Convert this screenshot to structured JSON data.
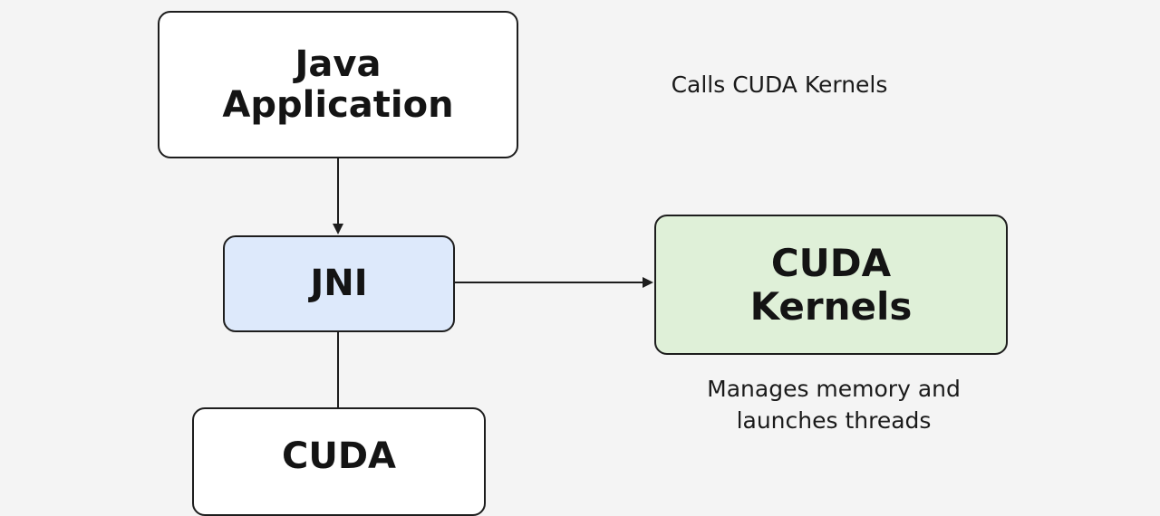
{
  "diagram": {
    "nodes": {
      "java_application": {
        "label": "Java\nApplication",
        "fill": "#ffffff"
      },
      "jni": {
        "label": "JNI",
        "fill": "#dde9fb"
      },
      "cuda_kernels": {
        "label": "CUDA\nKernels",
        "fill": "#dff0d8"
      },
      "cuda": {
        "label": "CUDA",
        "fill": "#ffffff"
      }
    },
    "annotations": {
      "calls_cuda_kernels": "Calls CUDA Kernels",
      "manages_memory": "Manages memory and\nlaunches threads"
    },
    "edges": [
      {
        "from": "java_application",
        "to": "jni",
        "arrow": true
      },
      {
        "from": "jni",
        "to": "cuda_kernels",
        "arrow": true
      },
      {
        "from": "jni",
        "to": "cuda",
        "arrow": false
      }
    ],
    "colors": {
      "stroke": "#1d1d1d",
      "background": "#f4f4f4"
    }
  }
}
